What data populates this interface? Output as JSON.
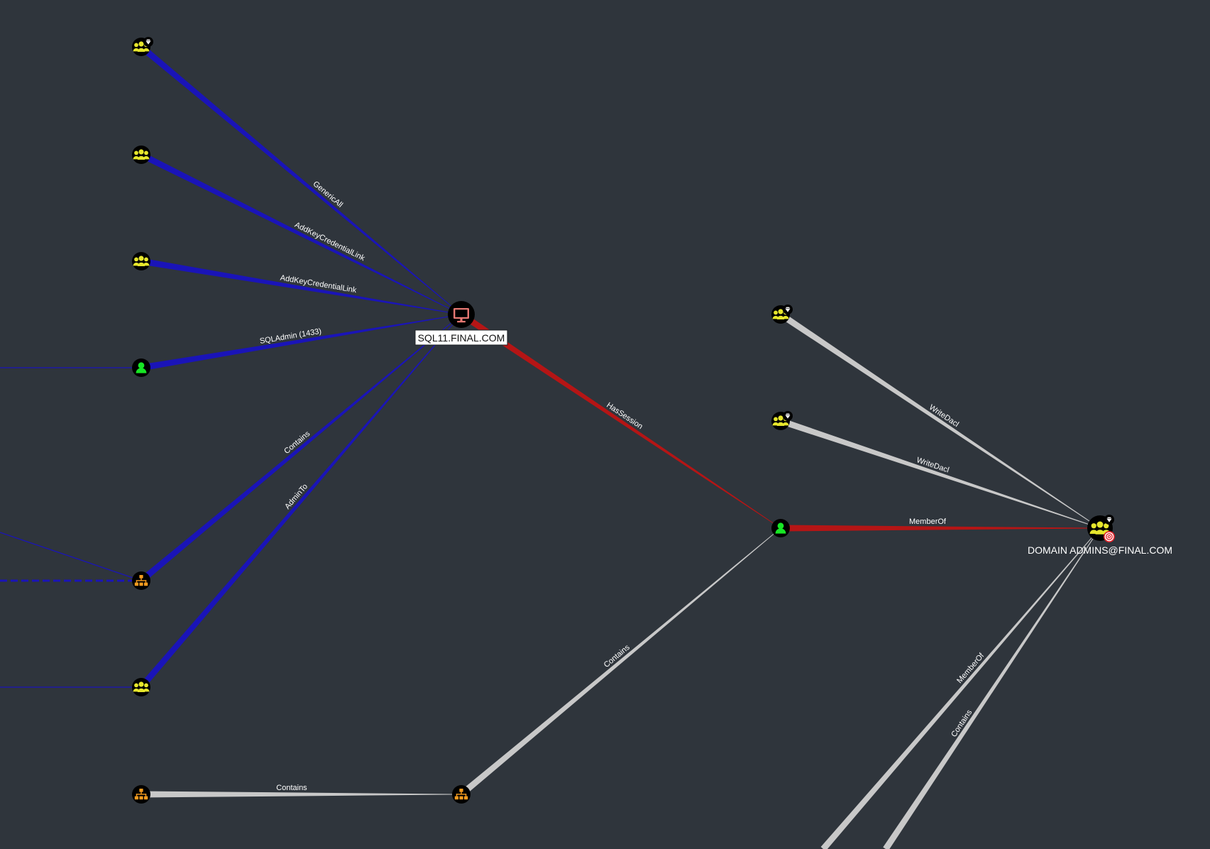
{
  "graph": {
    "nodes": {
      "group_a": {
        "type": "group",
        "icon": "group-icon",
        "badge": "diamond-badge-icon",
        "label": ""
      },
      "group_b": {
        "type": "group",
        "icon": "group-icon",
        "label": ""
      },
      "group_c": {
        "type": "group",
        "icon": "group-icon",
        "label": ""
      },
      "user_a": {
        "type": "user",
        "icon": "user-icon",
        "label": ""
      },
      "ou_a": {
        "type": "ou",
        "icon": "ou-tree-icon",
        "label": ""
      },
      "group_d": {
        "type": "group",
        "icon": "group-icon",
        "label": ""
      },
      "ou_b": {
        "type": "ou",
        "icon": "ou-tree-icon",
        "label": ""
      },
      "sql11": {
        "type": "computer",
        "icon": "monitor-icon",
        "label": "SQL11.FINAL.COM"
      },
      "ou_c": {
        "type": "ou",
        "icon": "ou-tree-icon",
        "label": ""
      },
      "group_e": {
        "type": "group",
        "icon": "group-icon",
        "badge": "diamond-badge-icon",
        "label": ""
      },
      "group_f": {
        "type": "group",
        "icon": "group-icon",
        "badge": "diamond-badge-icon",
        "label": ""
      },
      "user_b": {
        "type": "user",
        "icon": "user-icon",
        "label": ""
      },
      "domain_admins": {
        "type": "group",
        "icon": "group-icon",
        "badge": "diamond-badge-icon",
        "target": "target-icon",
        "label": "DOMAIN ADMINS@FINAL.COM"
      }
    },
    "edges": [
      {
        "label": "GenericAll",
        "color": "#1a14b8",
        "style": "taper"
      },
      {
        "label": "AddKeyCredentialLink",
        "color": "#1a14b8",
        "style": "taper"
      },
      {
        "label": "AddKeyCredentialLink",
        "color": "#1a14b8",
        "style": "taper"
      },
      {
        "label": "SQLAdmin (1433)",
        "color": "#1a14b8",
        "style": "taper"
      },
      {
        "label": "Contains",
        "color": "#1a14b8",
        "style": "taper"
      },
      {
        "label": "AdminTo",
        "color": "#1a14b8",
        "style": "taper"
      },
      {
        "label": "HasSession",
        "color": "#b51515",
        "style": "taper"
      },
      {
        "label": "Contains",
        "color": "#c8c8c8",
        "style": "taper"
      },
      {
        "label": "Contains",
        "color": "#c8c8c8",
        "style": "taper"
      },
      {
        "label": "MemberOf",
        "color": "#b51515",
        "style": "taper"
      },
      {
        "label": "WriteDacl",
        "color": "#c8c8c8",
        "style": "taper"
      },
      {
        "label": "WriteDacl",
        "color": "#c8c8c8",
        "style": "taper"
      },
      {
        "label": "MemberOf",
        "color": "#c8c8c8",
        "style": "taper"
      },
      {
        "label": "Contains",
        "color": "#c8c8c8",
        "style": "taper"
      },
      {
        "label": "",
        "color": "#1a14b8",
        "style": "thin"
      },
      {
        "label": "",
        "color": "#1a14b8",
        "style": "thin"
      },
      {
        "label": "",
        "color": "#1a14b8",
        "style": "dashed"
      },
      {
        "label": "",
        "color": "#1a14b8",
        "style": "thin"
      }
    ],
    "colors": {
      "background": "#2f353c",
      "node_bg": "#000000",
      "group": "#e6e62c",
      "user": "#17e625",
      "ou": "#f59b1f",
      "computer": "#e67873",
      "target_red": "#e3242b",
      "edge_blue": "#1a14b8",
      "edge_red": "#b51515",
      "edge_grey": "#c8c8c8"
    }
  }
}
